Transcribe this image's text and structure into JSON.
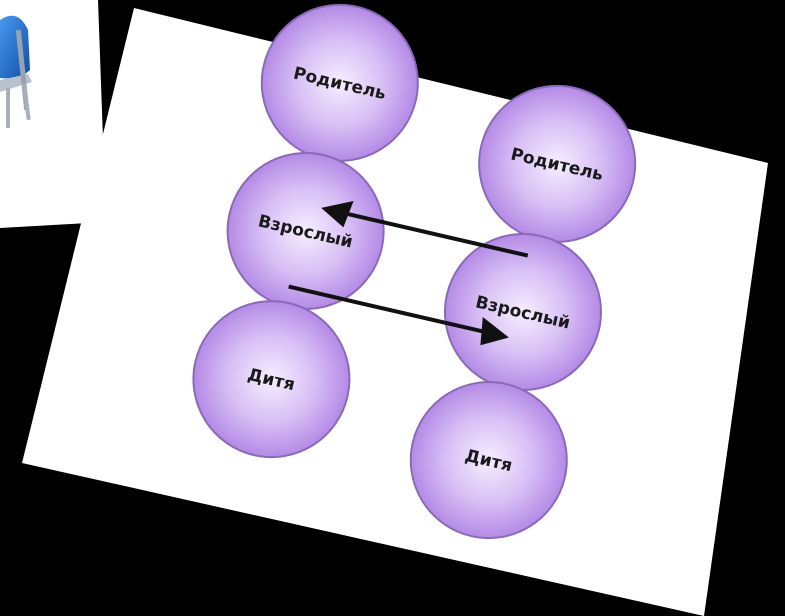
{
  "diagram": {
    "left_column": {
      "parent": "Родитель",
      "adult": "Взрослый",
      "child": "Дитя"
    },
    "right_column": {
      "parent": "Родитель",
      "adult": "Взрослый",
      "child": "Дитя"
    },
    "arrows": [
      {
        "from": "right_column.adult",
        "to": "left_column.adult"
      },
      {
        "from": "left_column.adult",
        "to": "right_column.adult"
      }
    ]
  },
  "colors": {
    "background": "#000000",
    "slide": "#ffffff",
    "circle_fill": "#c9a6f0",
    "circle_center": "#f3e9ff",
    "circle_stroke": "#8a6ab8",
    "arrow": "#111111",
    "chair_blue": "#1e6fd0"
  }
}
